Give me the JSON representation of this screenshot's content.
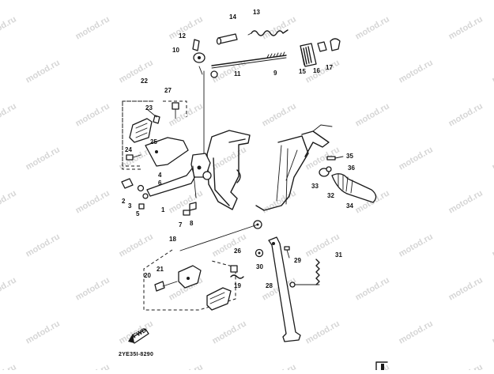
{
  "watermark": {
    "text": "motod.ru",
    "color": "#d6d6d6"
  },
  "callouts": [
    "1",
    "2",
    "3",
    "4",
    "5",
    "6",
    "7",
    "8",
    "9",
    "10",
    "11",
    "12",
    "13",
    "14",
    "15",
    "16",
    "17",
    "18",
    "19",
    "20",
    "21",
    "22",
    "23",
    "24",
    "25",
    "26",
    "27",
    "28",
    "29",
    "30",
    "31",
    "32",
    "33",
    "34",
    "35",
    "36"
  ],
  "fwd_label": "FWD",
  "diagram_code": "2YE35I-8290",
  "ink_color": "#1a1a1a"
}
